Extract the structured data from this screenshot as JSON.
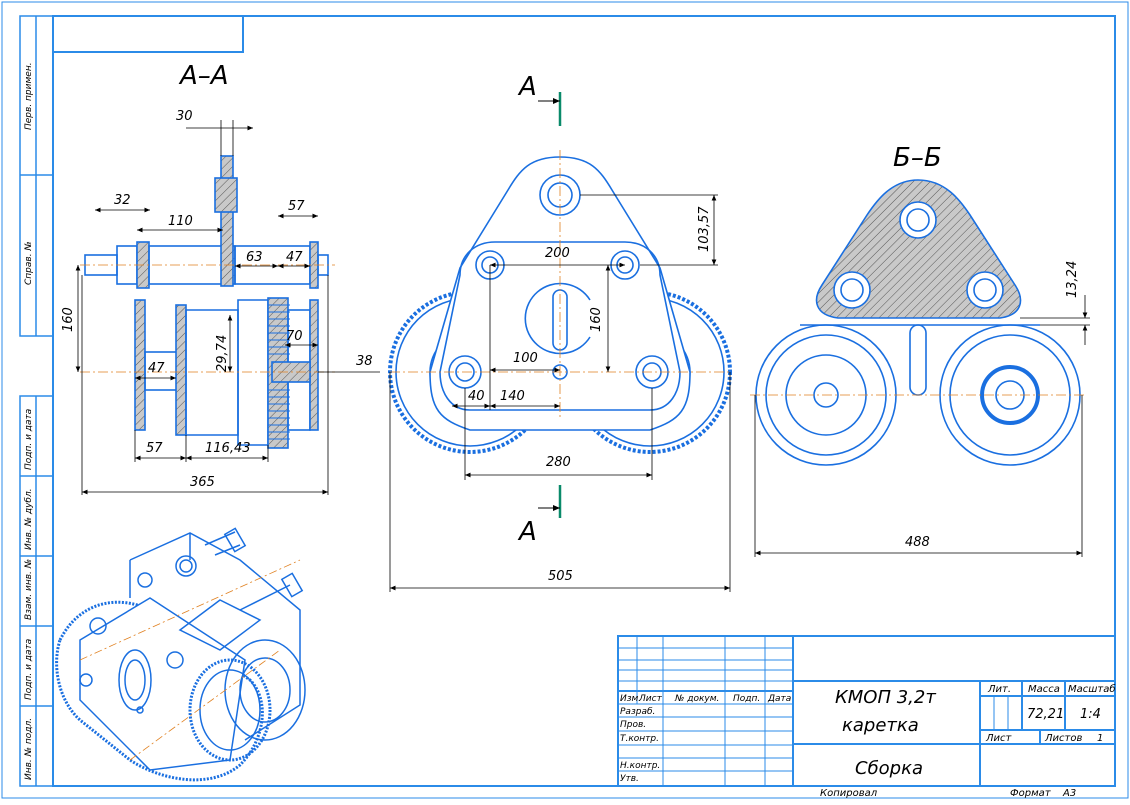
{
  "views": {
    "section_aa": "А–А",
    "section_bb": "Б–Б",
    "cut_mark_top": "А",
    "cut_mark_bottom": "А"
  },
  "dimensions": {
    "aa_30": "30",
    "aa_32": "32",
    "aa_110": "110",
    "aa_57_top": "57",
    "aa_63": "63",
    "aa_47_top": "47",
    "aa_160": "160",
    "aa_29_74": "29,74",
    "aa_70": "70",
    "aa_38": "38",
    "aa_47_mid": "47",
    "aa_57_bottom": "57",
    "aa_116_43": "116,43",
    "aa_365": "365",
    "front_103_57": "103,57",
    "front_200": "200",
    "front_160": "160",
    "front_100": "100",
    "front_40": "40",
    "front_140": "140",
    "front_280": "280",
    "front_505": "505",
    "bb_13_24": "13,24",
    "bb_488": "488"
  },
  "side_stamps": [
    "Перв. примен.",
    "Справ. №",
    "Подп. и дата",
    "Инв. № дубл.",
    "Взам. инв. №",
    "Подп. и дата",
    "Инв. № подл."
  ],
  "title_block": {
    "headers": [
      "Изм.",
      "Лист",
      "№ докум.",
      "Подп.",
      "Дата"
    ],
    "roles": [
      "Разраб.",
      "Пров.",
      "Т.контр.",
      "",
      "Н.контр.",
      "Утв."
    ],
    "designation_line1": "КМОП 3,2т",
    "designation_line2": "каретка",
    "document_name": "Сборка",
    "lit_label": "Лит.",
    "mass_label": "Масса",
    "scale_label": "Масштаб",
    "mass_value": "72,21",
    "scale_value": "1:4",
    "sheet_label": "Лист",
    "sheets_label": "Листов",
    "sheets_value": "1",
    "copied": "Копировал",
    "format_label": "Формат",
    "format_value": "А3"
  },
  "colors": {
    "line": "#1a6fe0",
    "frame": "#2b8be8",
    "dim": "#000000",
    "cut": "#0a8a6a",
    "hatch_fill": "#c8c8c8",
    "axis": "#e08020"
  }
}
